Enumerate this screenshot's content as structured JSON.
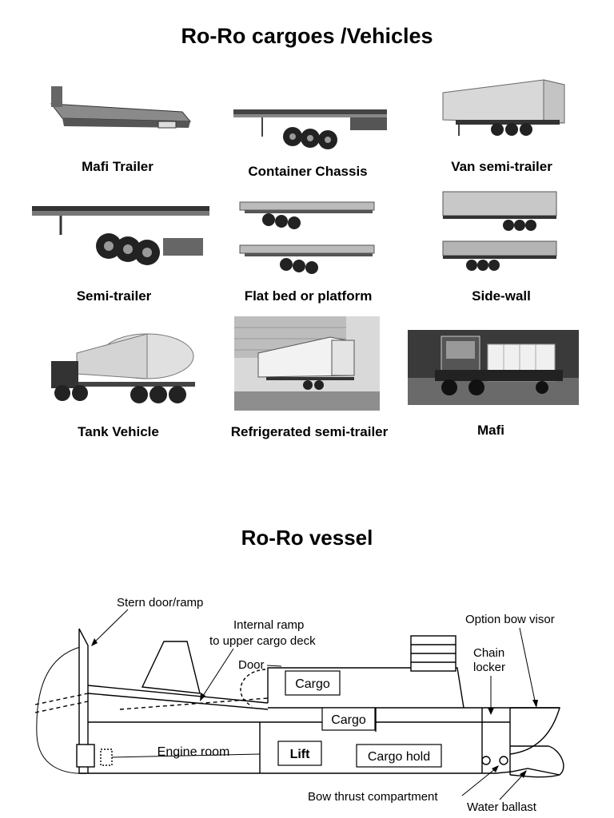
{
  "page": {
    "title_vehicles": "Ro-Ro cargoes /Vehicles",
    "title_vessel": "Ro-Ro vessel"
  },
  "vehicles": [
    {
      "label": "Mafi Trailer",
      "icon": "mafi-trailer-image"
    },
    {
      "label": "Container Chassis",
      "icon": "container-chassis-image"
    },
    {
      "label": "Van semi-trailer",
      "icon": "van-semi-trailer-image"
    },
    {
      "label": "Semi-trailer",
      "icon": "semi-trailer-image"
    },
    {
      "label": "Flat bed or platform",
      "icon": "flat-bed-image"
    },
    {
      "label": "Side-wall",
      "icon": "side-wall-image"
    },
    {
      "label": "Tank Vehicle",
      "icon": "tank-vehicle-image"
    },
    {
      "label": "Refrigerated semi-trailer",
      "icon": "refrigerated-semi-trailer-image"
    },
    {
      "label": "Mafi",
      "icon": "mafi-image"
    }
  ],
  "vessel": {
    "stern_door": "Stern door/ramp",
    "internal_ramp_1": "Internal ramp",
    "internal_ramp_2": "to upper cargo deck",
    "door": "Door",
    "option_bow_visor": "Option bow visor",
    "chain_1": "Chain",
    "chain_2": "locker",
    "cargo_upper": "Cargo",
    "cargo_mid": "Cargo",
    "engine_room": "Engine room",
    "lift": "Lift",
    "cargo_hold": "Cargo hold",
    "bow_thrust": "Bow thrust compartment",
    "water_ballast": "Water ballast"
  }
}
